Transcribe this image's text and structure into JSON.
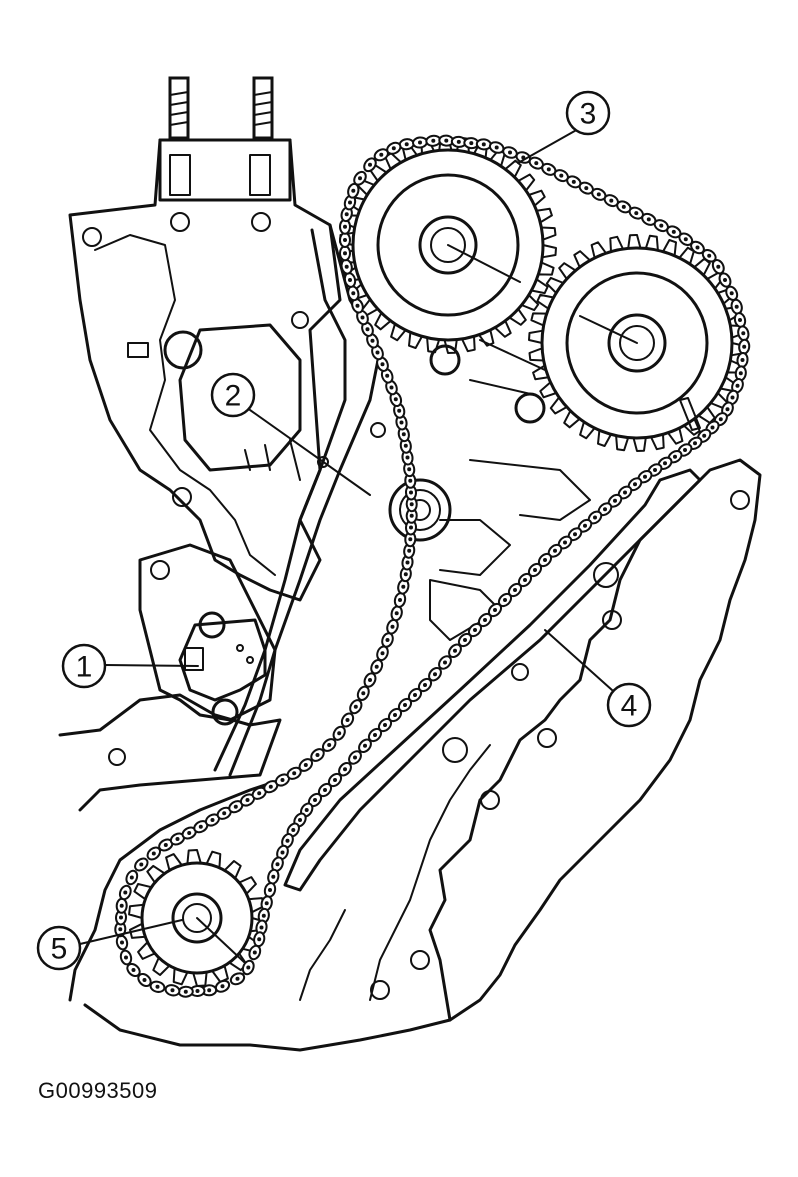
{
  "figure_code": "G00993509",
  "callouts": [
    {
      "id": "1",
      "label": "1"
    },
    {
      "id": "2",
      "label": "2"
    },
    {
      "id": "3",
      "label": "3"
    },
    {
      "id": "4",
      "label": "4"
    },
    {
      "id": "5",
      "label": "5"
    }
  ],
  "colors": {
    "ink": "#111111",
    "paper": "#ffffff"
  }
}
